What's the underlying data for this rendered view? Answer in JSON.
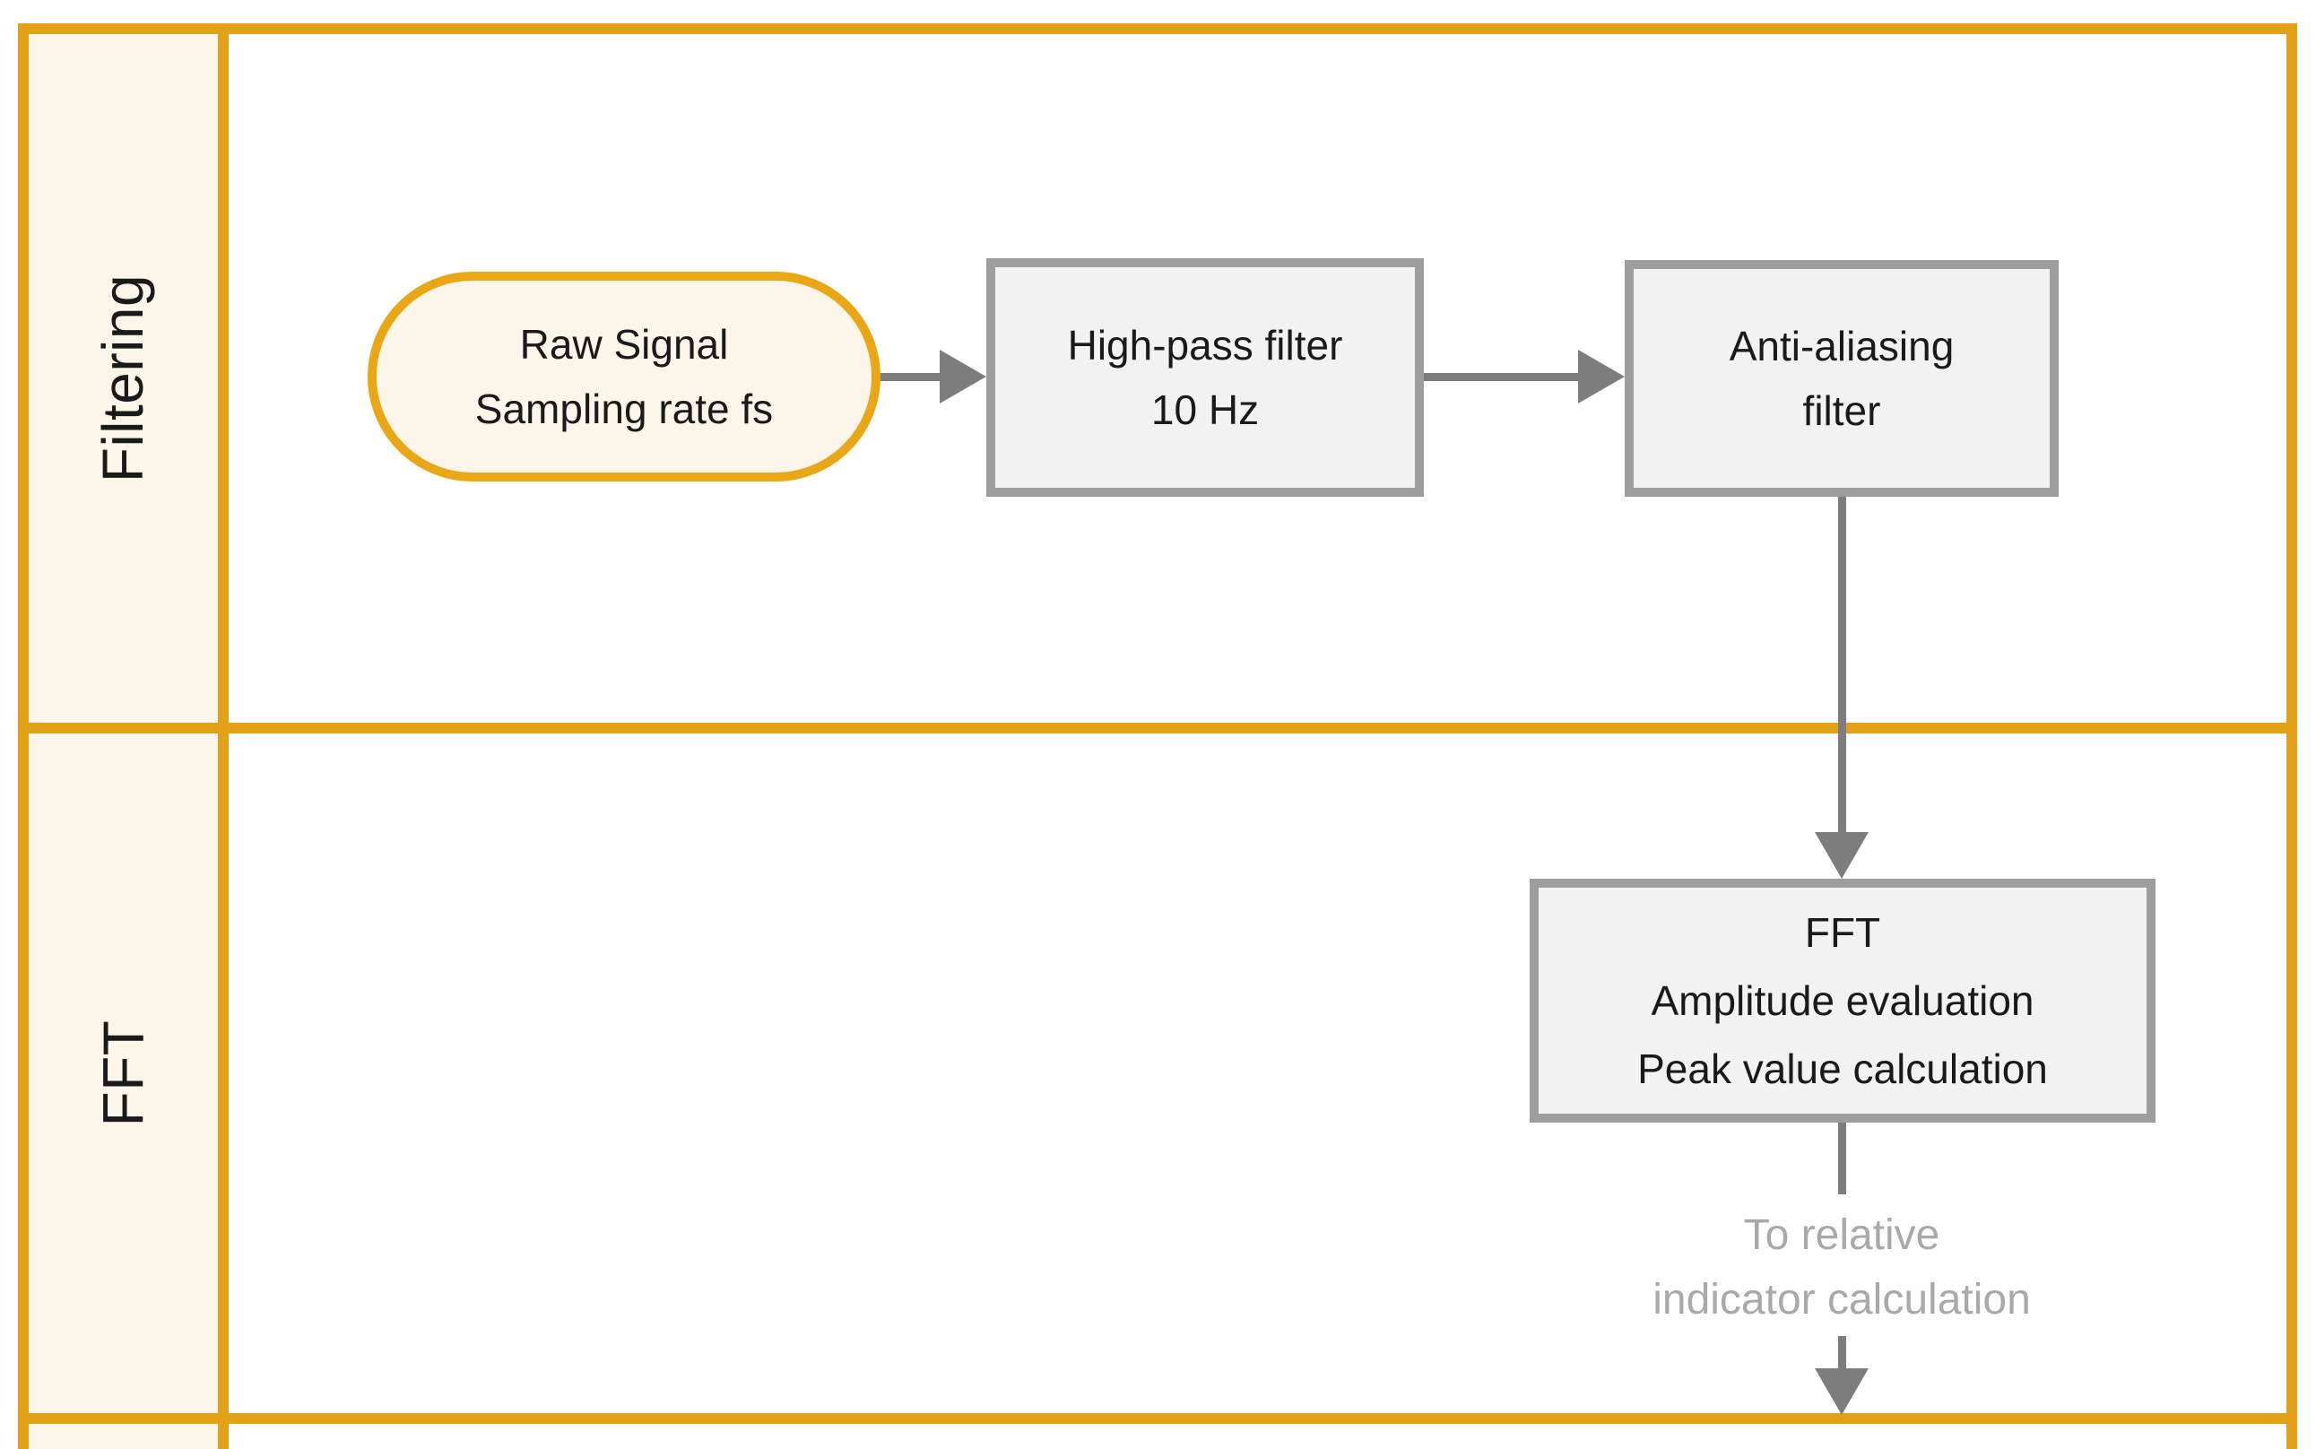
{
  "diagram": {
    "lanes": [
      {
        "label": "Filtering"
      },
      {
        "label": "FFT"
      },
      {
        "label": ""
      }
    ],
    "nodes": {
      "raw_signal": {
        "line1": "Raw Signal",
        "line2": "Sampling rate fs"
      },
      "highpass": {
        "line1": "High-pass filter",
        "line2": "10 Hz"
      },
      "antialiasing": {
        "line1": "Anti-aliasing",
        "line2": "filter"
      },
      "fft": {
        "line1": "FFT",
        "line2": "Amplitude evaluation",
        "line3": "Peak value calculation"
      }
    },
    "annotations": {
      "to_relative": {
        "line1": "To relative",
        "line2": "indicator calculation"
      }
    },
    "colors": {
      "lane_border": "#E3A118",
      "lane_fill": "#FCF5E9",
      "node_orange_border": "#EAA715",
      "process_fill": "#F2F2F2",
      "process_border": "#9D9D9D",
      "arrow": "#7D7D7D",
      "muted_text": "#A9A9A9",
      "text": "#1A1A1A"
    }
  }
}
